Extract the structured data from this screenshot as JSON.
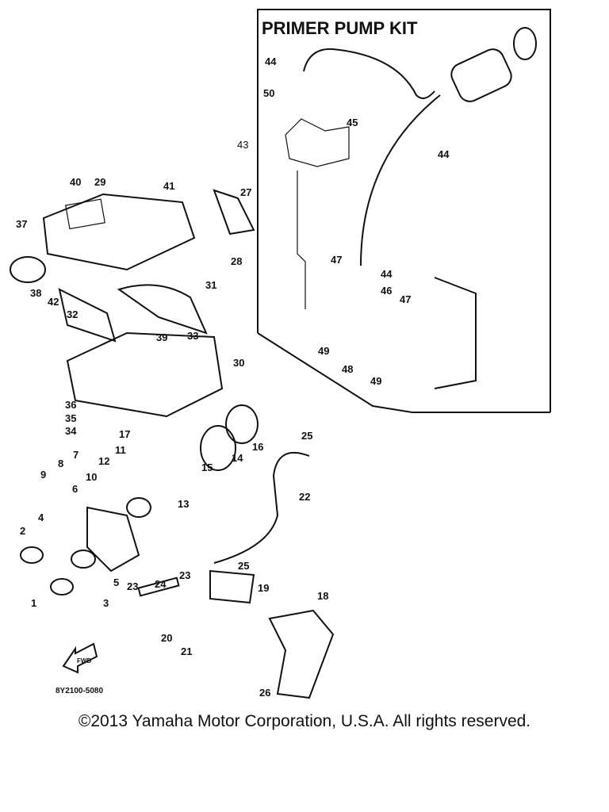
{
  "kit_title": "PRIMER PUMP KIT",
  "diagram_code": "8Y2100-5080",
  "fwd_label": "FWD",
  "copyright": "©2013 Yamaha Motor Corporation, U.S.A. All rights reserved.",
  "callouts": {
    "k44a": "44",
    "k50": "50",
    "k45": "45",
    "k44b": "44",
    "k43": "43",
    "k47a": "47",
    "k44c": "44",
    "k46": "46",
    "k47b": "47",
    "k49a": "49",
    "k48": "48",
    "k49b": "49",
    "p40": "40",
    "p29": "29",
    "p41": "41",
    "p27": "27",
    "p37": "37",
    "p28": "28",
    "p31": "31",
    "p38": "38",
    "p42": "42",
    "p32": "32",
    "p39": "39",
    "p33": "33",
    "p30": "30",
    "p36": "36",
    "p35": "35",
    "p34": "34",
    "p17": "17",
    "p11": "11",
    "p12": "12",
    "p7": "7",
    "p8": "8",
    "p9": "9",
    "p10": "10",
    "p6": "6",
    "p25a": "25",
    "p16": "16",
    "p14": "14",
    "p15": "15",
    "p13": "13",
    "p22": "22",
    "p4": "4",
    "p2": "2",
    "p5": "5",
    "p1": "1",
    "p3": "3",
    "p25b": "25",
    "p19": "19",
    "p18": "18",
    "p23a": "23",
    "p24": "24",
    "p23b": "23",
    "p20": "20",
    "p21": "21",
    "p26": "26"
  }
}
